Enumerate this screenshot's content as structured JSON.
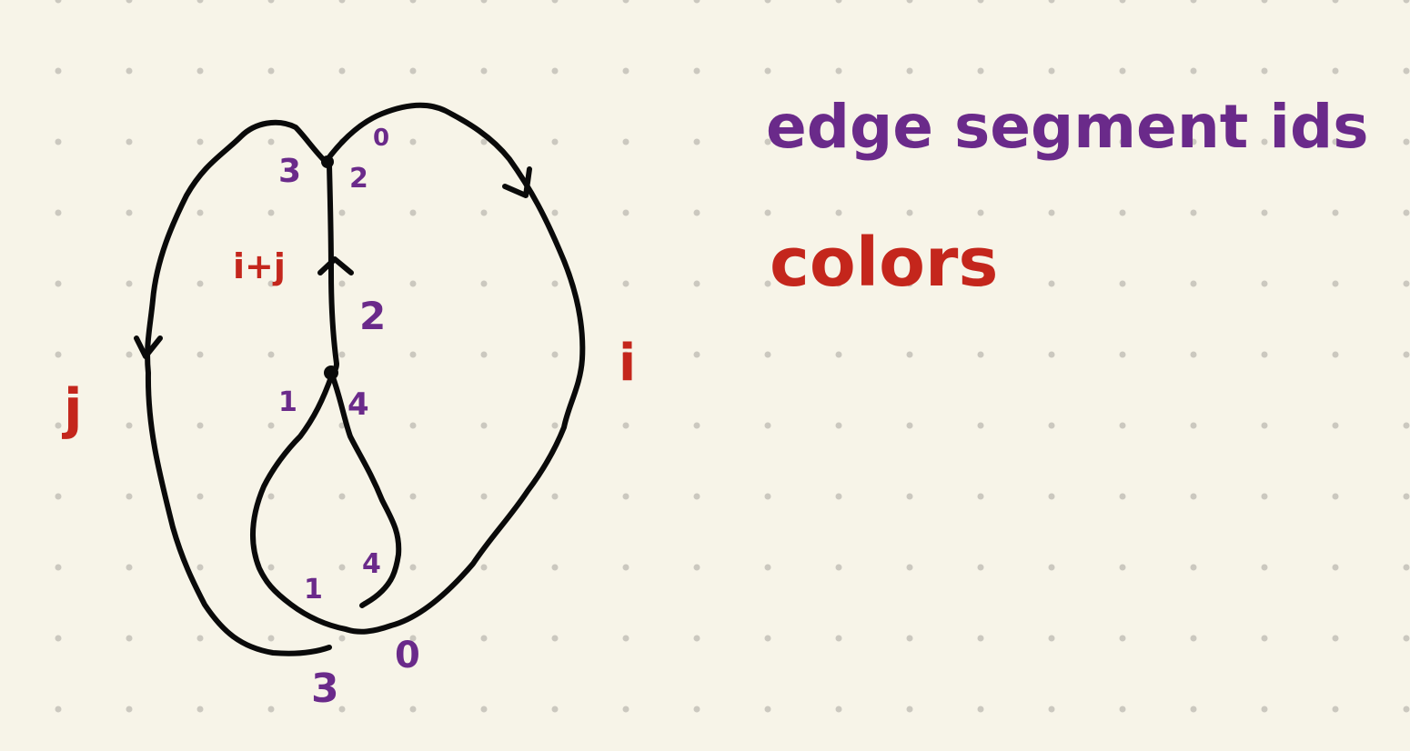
{
  "legend": {
    "ids_label": "edge segment ids",
    "colors_label": "colors"
  },
  "colors": {
    "background": "#f7f4e8",
    "grid_dot": "#cbc8bf",
    "ink": "#0a0a0a",
    "id_purple": "#6a2a8a",
    "color_red": "#c4261c"
  },
  "edge_colors": {
    "left_loop": "j",
    "right_loop": "i",
    "middle_edge": "i+j"
  },
  "segment_ids": {
    "top_right": "0",
    "top_left_near_vertex": "3",
    "top_right_near_vertex": "2",
    "middle_edge": "2",
    "lower_vertex_left": "1",
    "lower_vertex_right": "4",
    "bottom_loop_left": "1",
    "bottom_loop_right": "4",
    "bottom_right": "0",
    "bottom_left": "3"
  }
}
